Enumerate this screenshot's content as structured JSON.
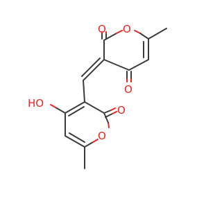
{
  "molecule": {
    "atoms": {
      "o_carbonyl_upper": "O",
      "o_ring_upper": "O",
      "o_ketone_upper": "O",
      "o_hydroxyl": "HO",
      "o_carbonyl_lower": "O",
      "o_ring_lower": "O"
    },
    "colors": {
      "bond": "#3b3b3b",
      "oxygen": "#e8261e",
      "background": "#ffffff"
    }
  }
}
